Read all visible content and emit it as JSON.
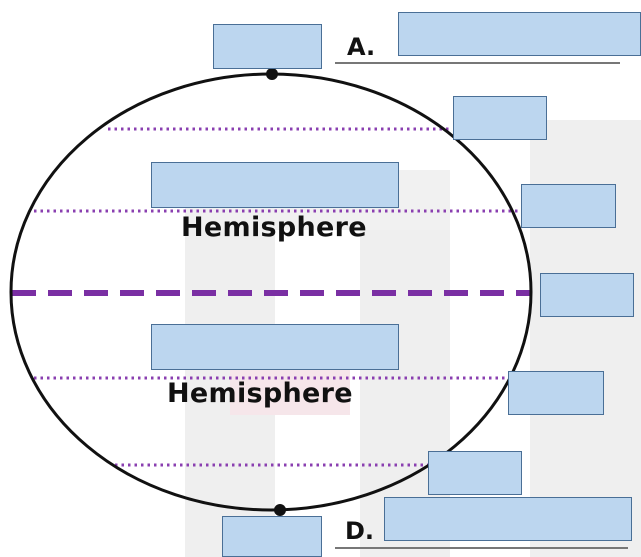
{
  "labels": {
    "a": "A.",
    "d": "D.",
    "upper_hemisphere": "Hemisphere",
    "lower_hemisphere": "Hemisphere"
  },
  "colors": {
    "blank_fill": "#bcd6ef",
    "blank_border": "#4a6f96",
    "parallel_line": "#8a3fb0",
    "equator_line": "#7a2fa3",
    "outline": "#111111",
    "watermark": "#ececec"
  },
  "icons": [
    "north-pole-dot-icon",
    "south-pole-dot-icon"
  ]
}
